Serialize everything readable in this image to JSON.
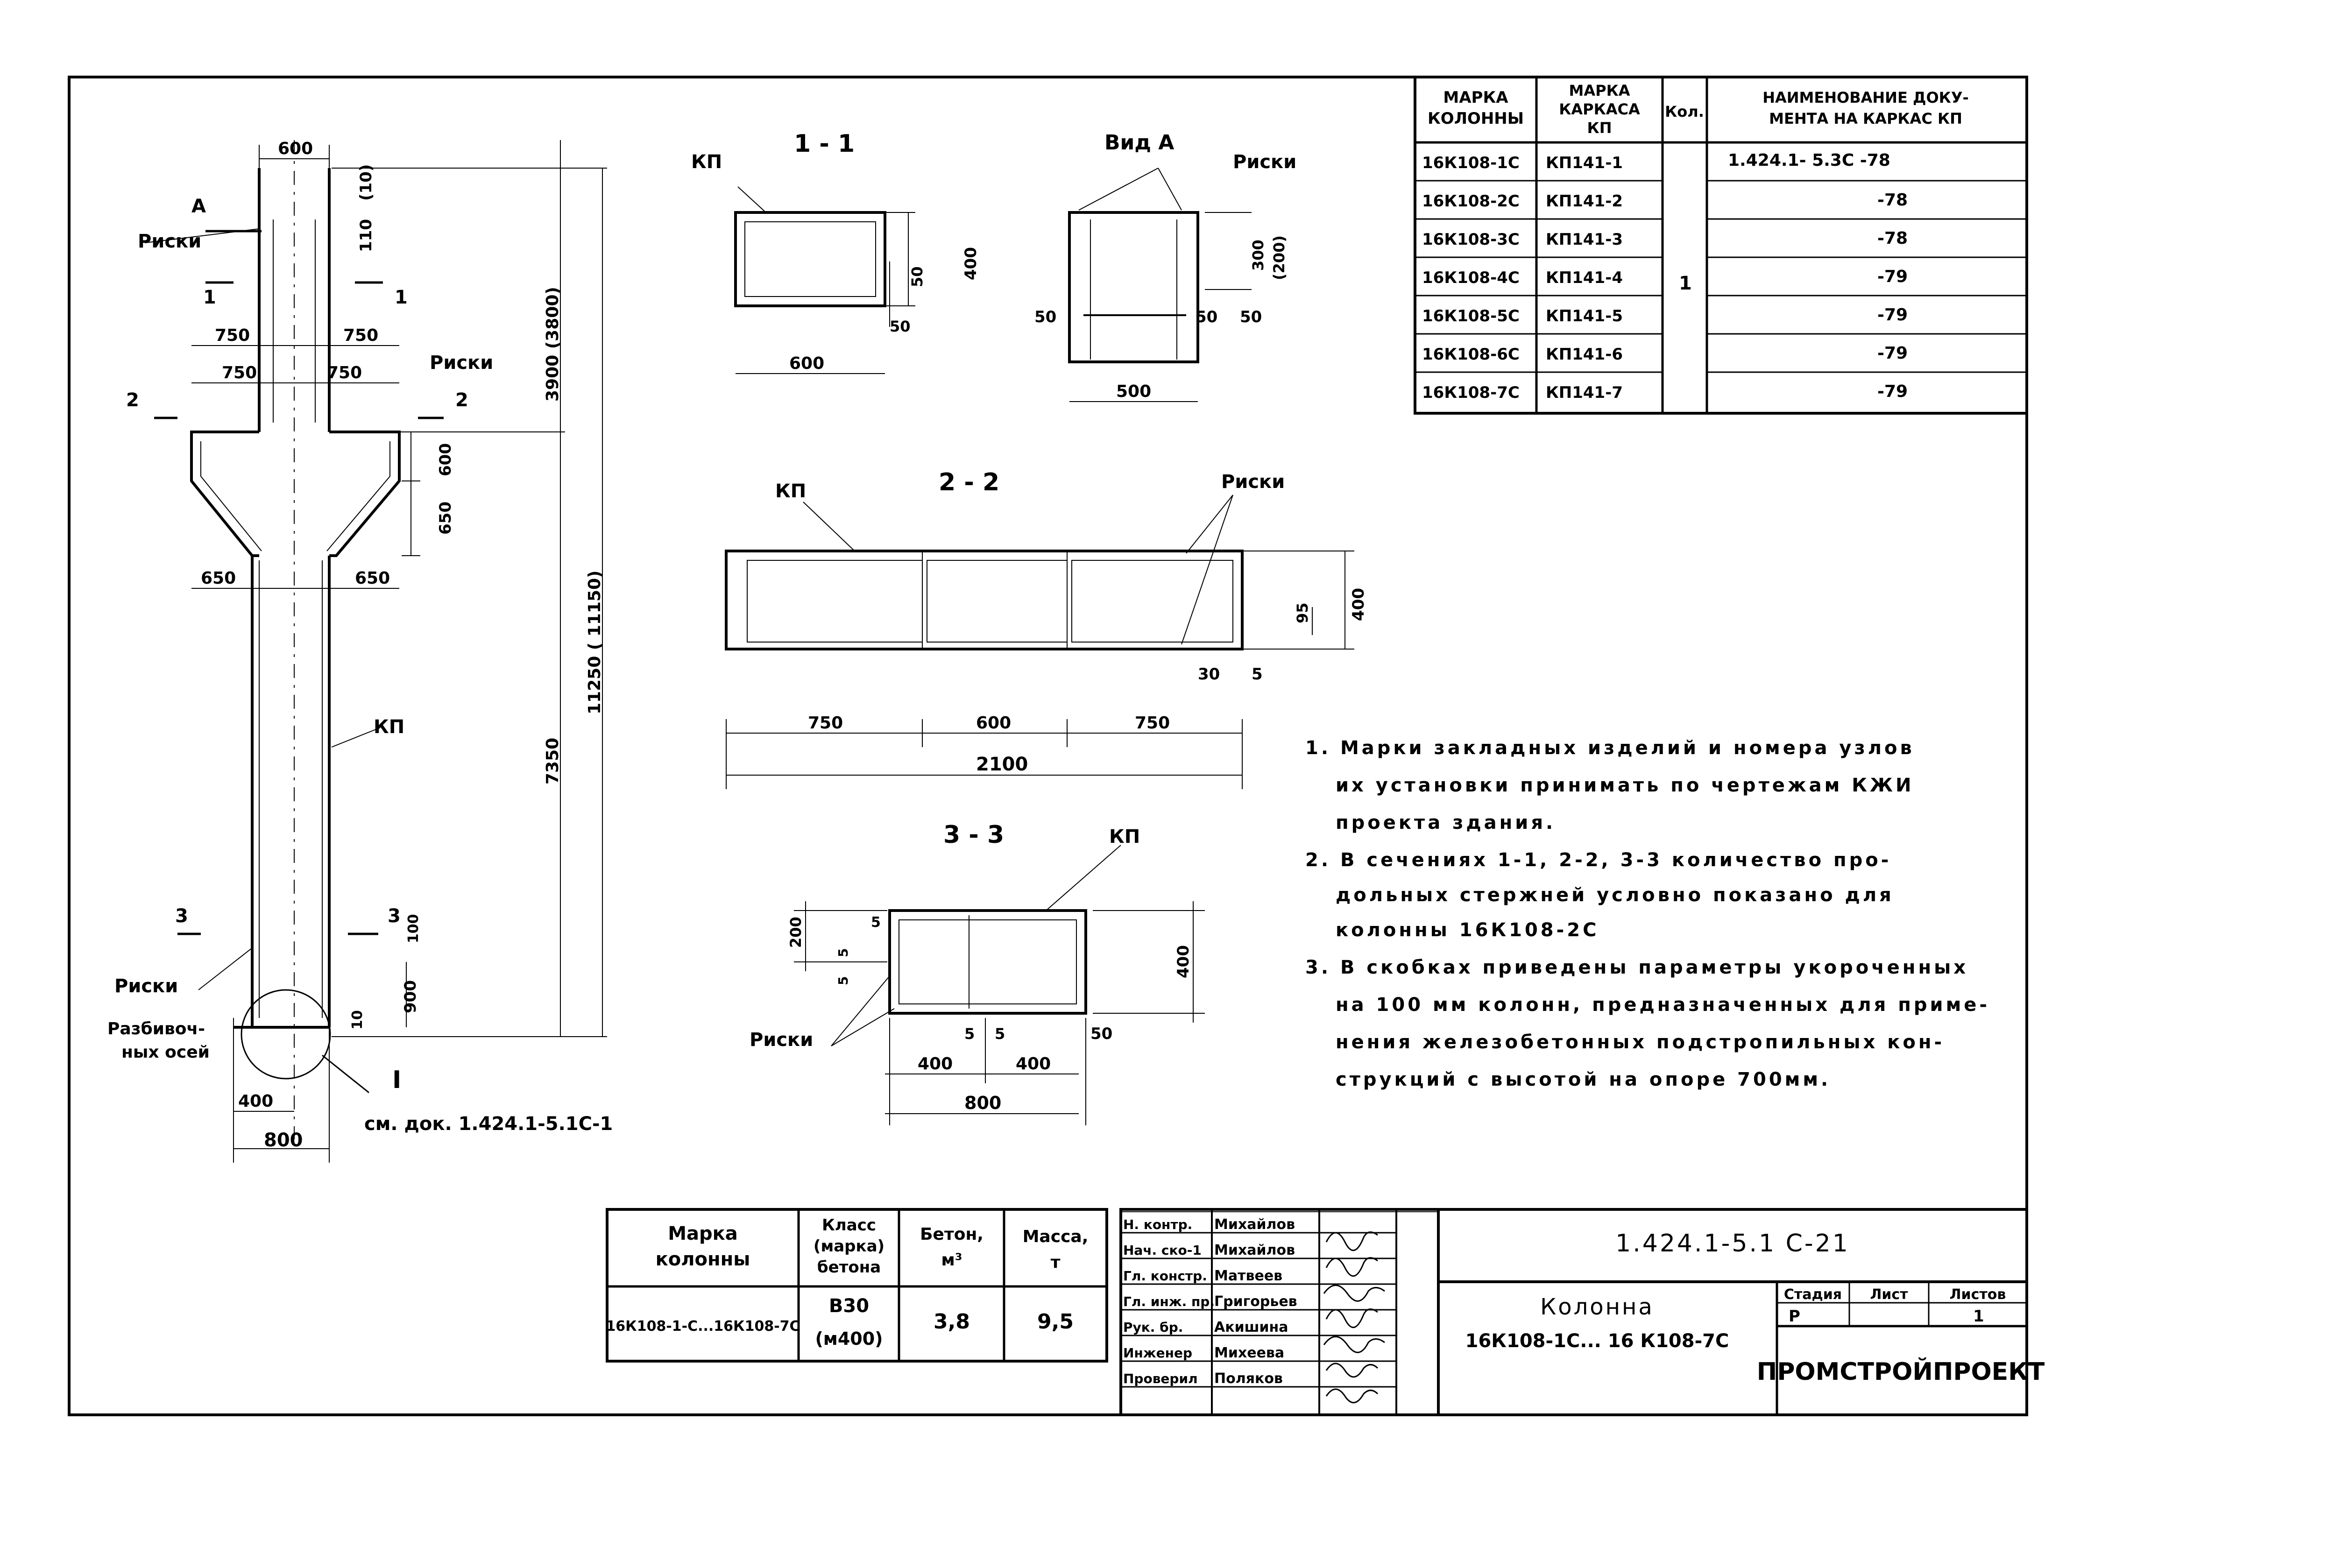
{
  "column_elevation": {
    "view_arrow": "А",
    "label_riski_top": "Риски",
    "label_riski_mid": "Риски",
    "label_riski_bottom": "Риски",
    "label_axes": [
      "Разбивоч-",
      "ных осей"
    ],
    "label_kp": "КП",
    "cut_1": "1",
    "cut_2": "2",
    "cut_3": "3",
    "node_I": "I",
    "dim_top_width": "600",
    "dim_110": "110",
    "dim_10_top": "(10)",
    "dim_750_a": "750",
    "dim_750_b": "750",
    "dim_750_c": "750",
    "dim_750_d": "750",
    "dim_600": "600",
    "dim_650_v": "650",
    "dim_650_l": "650",
    "dim_650_r": "650",
    "dim_3900": "3900 (3800)",
    "dim_11250": "11250 ( 11150)",
    "dim_7350": "7350",
    "dim_100": "100",
    "dim_900": "900",
    "dim_10_bot": "10",
    "dim_400": "400",
    "dim_800": "800",
    "ref_doc": "см. док. 1.424.1-5.1С-1"
  },
  "section_1_1": {
    "title": "1 - 1",
    "label_kp": "КП",
    "dim_400": "400",
    "dim_50a": "50",
    "dim_50b": "50",
    "dim_600": "600"
  },
  "view_a": {
    "title": "Вид А",
    "label_riski": "Риски",
    "dim_300": "300",
    "dim_200": "(200)",
    "dim_50l": "50",
    "dim_50r": "50",
    "dim_50rr": "50",
    "dim_500": "500"
  },
  "section_2_2": {
    "title": "2 - 2",
    "label_kp": "КП",
    "label_riski": "Риски",
    "dim_95": "95",
    "dim_400": "400",
    "dim_30": "30",
    "dim_5": "5",
    "dim_750a": "750",
    "dim_600": "600",
    "dim_750b": "750",
    "dim_2100": "2100"
  },
  "section_3_3": {
    "title": "3 - 3",
    "label_kp": "КП",
    "label_riski": "Риски",
    "dim_200": "200",
    "dim_5a": "5",
    "dim_5b": "5",
    "dim_5c": "5",
    "dim_5d": "5",
    "dim_5e": "5",
    "dim_400v": "400",
    "dim_50": "50",
    "dim_400a": "400",
    "dim_400b": "400",
    "dim_800": "800"
  },
  "frame_table": {
    "headers": [
      "Марка колонны",
      "Марка каркаса КП",
      "Кол.",
      "Наименование документа на каркас КП"
    ],
    "rows": [
      [
        "16К108-1С",
        "КП141-1",
        "1.424.1- 5.3С -78"
      ],
      [
        "16К108-2С",
        "КП141-2",
        "-78"
      ],
      [
        "16К108-3С",
        "КП141-3",
        "-78"
      ],
      [
        "16К108-4С",
        "КП141-4",
        "-79"
      ],
      [
        "16К108-5С",
        "КП141-5",
        "-79"
      ],
      [
        "16К108-6С",
        "КП141-6",
        "-79"
      ],
      [
        "16К108-7С",
        "КП141-7",
        "-79"
      ]
    ],
    "qty": "1"
  },
  "notes": [
    "1. Марки закладных изделий и номера узлов",
    "их установки принимать по чертежам КЖИ",
    "проекта здания.",
    "2. В сечениях 1-1, 2-2, 3-3 количество про-",
    "дольных стержней условно показано для",
    "колонны 16К108-2С",
    "3. В скобках приведены параметры укороченных",
    "на 100 мм колонн, предназначенных для приме-",
    "нения железобетонных подстропильных кон-",
    "струкций с высотой на опоре 700мм."
  ],
  "spec_table": {
    "h_mark": [
      "Марка",
      "колонны"
    ],
    "h_class": [
      "Класс",
      "(марка)",
      "бетона"
    ],
    "h_concrete": [
      "Бетон,",
      "м³"
    ],
    "h_mass": [
      "Масса,",
      "т"
    ],
    "mark": "16К108-1-С...16К108-7С",
    "class_1": "В30",
    "class_2": "(м400)",
    "concrete": "3,8",
    "mass": "9,5"
  },
  "title_block": {
    "code": "1.424.1-5.1 С-21",
    "name_1": "Колонна",
    "name_2": "16К108-1С... 16 К108-7С",
    "h_stage": "Стадия",
    "h_sheet": "Лист",
    "h_sheets": "Листов",
    "stage": "Р",
    "sheets": "1",
    "org": "ПРОМСТРОЙПРОЕКТ",
    "roles": [
      [
        "Н. контр.",
        "Михайлов"
      ],
      [
        "Нач. ско-1",
        "Михайлов"
      ],
      [
        "Гл. констр.",
        "Матвеев"
      ],
      [
        "Гл. инж. пр.",
        "Григорьев"
      ],
      [
        "Рук. бр.",
        "Акишина"
      ],
      [
        "Инженер",
        "Михеева"
      ],
      [
        "Проверил",
        "Поляков"
      ]
    ]
  }
}
